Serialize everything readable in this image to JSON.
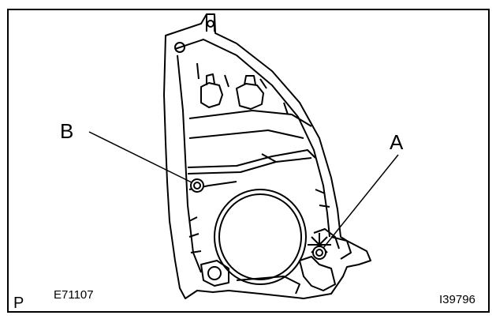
{
  "callouts": {
    "a_label": "A",
    "b_label": "B"
  },
  "footer": {
    "corner_mark": "P",
    "figure_code": "E71107",
    "image_code": "I39796"
  }
}
